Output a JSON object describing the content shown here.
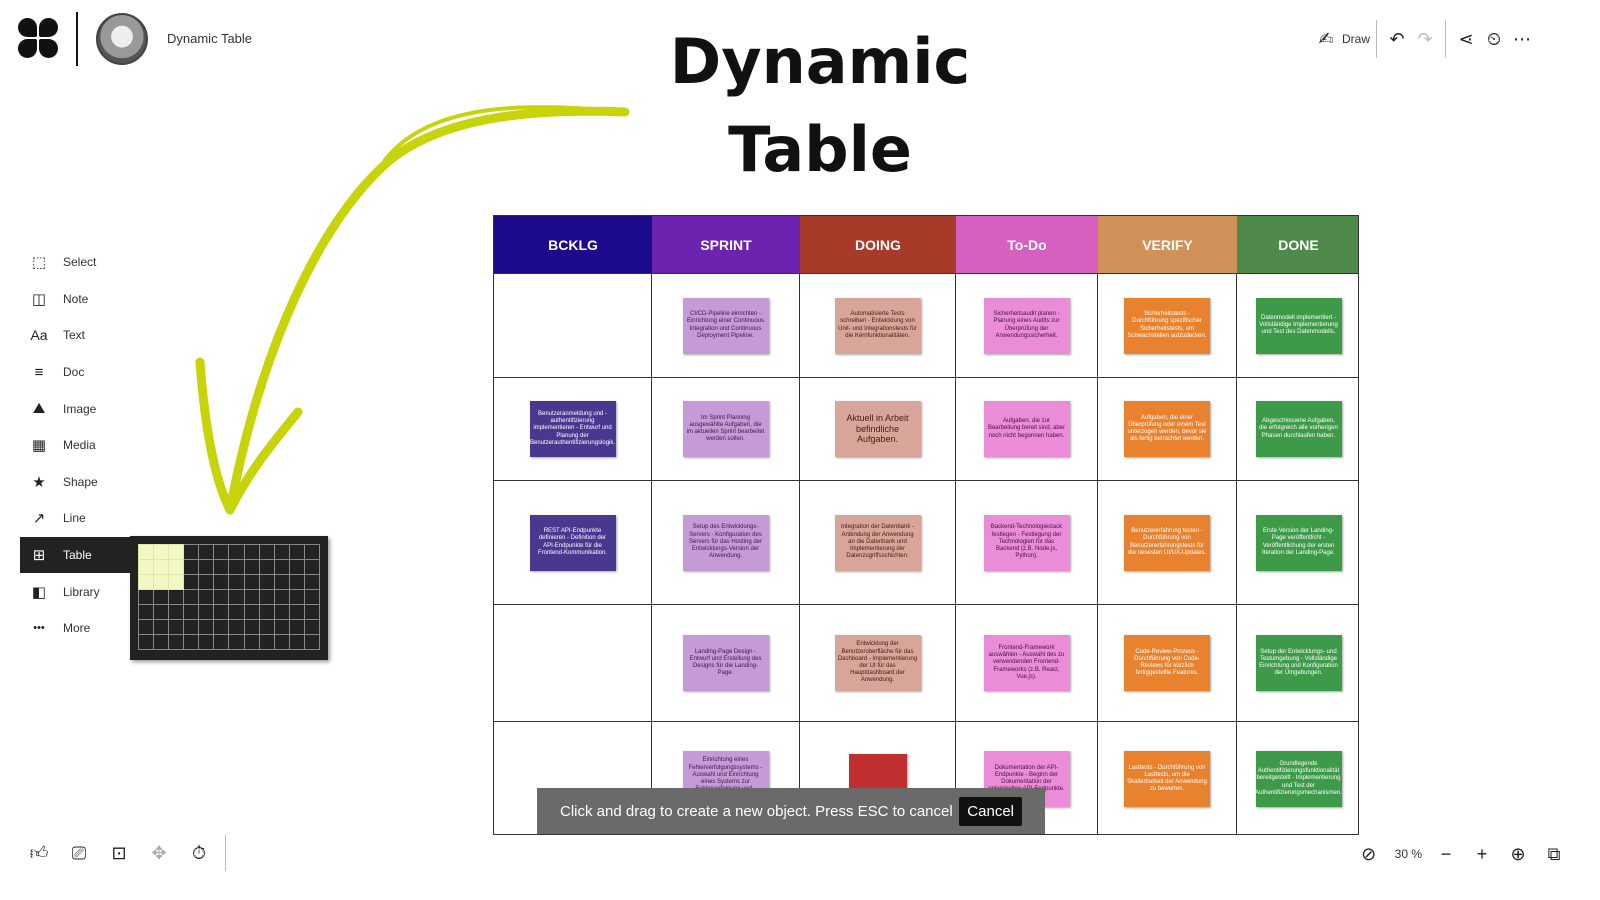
{
  "app": {
    "board_name": "Dynamic Table",
    "title_lines": [
      "Dynamic",
      "Table"
    ]
  },
  "toolbar_right": {
    "draw_label": "Draw",
    "icons": [
      "draw-hand-icon",
      "undo-icon",
      "redo-icon",
      "share-icon",
      "timer-user-icon",
      "more-icon"
    ]
  },
  "left_tools": [
    {
      "key": "select",
      "label": "Select",
      "icon": "select-icon",
      "glyph": "⬚"
    },
    {
      "key": "note",
      "label": "Note",
      "icon": "note-icon",
      "glyph": "◫"
    },
    {
      "key": "text",
      "label": "Text",
      "icon": "text-icon",
      "glyph": "Aa"
    },
    {
      "key": "doc",
      "label": "Doc",
      "icon": "doc-icon",
      "glyph": "≡"
    },
    {
      "key": "image",
      "label": "Image",
      "icon": "image-icon",
      "glyph": "⛰"
    },
    {
      "key": "media",
      "label": "Media",
      "icon": "media-icon",
      "glyph": "▦"
    },
    {
      "key": "shape",
      "label": "Shape",
      "icon": "star-shape-icon",
      "glyph": "★"
    },
    {
      "key": "line",
      "label": "Line",
      "icon": "line-icon",
      "glyph": "↗"
    },
    {
      "key": "table",
      "label": "Table",
      "icon": "table-icon",
      "glyph": "⊞",
      "active": true
    },
    {
      "key": "library",
      "label": "Library",
      "icon": "library-icon",
      "glyph": "◧"
    },
    {
      "key": "more",
      "label": "More",
      "icon": "more-dots-icon",
      "glyph": "•••"
    }
  ],
  "grid_picker": {
    "cols": 12,
    "rows": 7,
    "selected_cols": 3,
    "selected_rows": 3,
    "highlight_color": "#f2f7c4"
  },
  "kanban": {
    "columns": [
      {
        "label": "BCKLG",
        "color": "#1b0a8c"
      },
      {
        "label": "SPRINT",
        "color": "#6c24b0"
      },
      {
        "label": "DOING",
        "color": "#a83a2a"
      },
      {
        "label": "To-Do",
        "color": "#d660c0"
      },
      {
        "label": "VERIFY",
        "color": "#cf9158"
      },
      {
        "label": "DONE",
        "color": "#4f8a4a"
      }
    ],
    "note_colors": {
      "BCKLG": {
        "bg": "#4a3890",
        "fg": "#ffffff"
      },
      "SPRINT": {
        "bg": "#c59ad6",
        "fg": "#3a1a4a"
      },
      "DOING": {
        "bg": "#d8a59a",
        "fg": "#4a1a10"
      },
      "To-Do": {
        "bg": "#ea8cd8",
        "fg": "#4a1040"
      },
      "VERIFY": {
        "bg": "#e8822e",
        "fg": "#ffffff"
      },
      "DONE": {
        "bg": "#3d9a48",
        "fg": "#ffffff"
      }
    },
    "rows": [
      [
        "",
        "CI/CD-Pipeline einrichten - Einrichtung einer Continuous Integration und Continuous Deployment Pipeline.",
        "Automatisierte Tests schreiben - Entwicklung von Unit- und Integrationstests für die Kernfunktionalitäten.",
        "Sicherheitsaudit planen - Planung eines Audits zur Überprüfung der Anwendungssicherheit.",
        "Sicherheitstests - Durchführung spezifischer Sicherheitstests, um Schwachstellen aufzudecken.",
        "Datenmodell implementiert - Vollständige Implementierung und Test des Datenmodells."
      ],
      [
        "Benutzeranmeldung und -authentifizierung implementieren - Entwurf und Planung der Benutzerauthentifizierungslogik.",
        "Im Sprint Planning ausgewählte Aufgaben, die im aktuellen Sprint bearbeitet werden sollen.",
        "Aktuell in Arbeit befindliche Aufgaben.",
        "Aufgaben, die zur Bearbeitung bereit sind, aber noch nicht begonnen haben.",
        "Aufgaben, die einer Überprüfung oder einem Test unterzogen werden, bevor sie als fertig betrachtet werden.",
        "Abgeschlossene Aufgaben, die erfolgreich alle vorherigen Phasen durchlaufen haben."
      ],
      [
        "REST API-Endpunkte definieren - Definition der API-Endpunkte für die Frontend-Kommunikation.",
        "Setup des Entwicklungs-Servers - Konfiguration des Servers für das Hosting der Entwicklungs-Version der Anwendung.",
        "Integration der Datenbank - Anbindung der Anwendung an die Datenbank und Implementierung der Datenzugriffsschichten.",
        "Backend-Technologiestack festlegen - Festlegung der Technologien für das Backend (z.B. Node.js, Python).",
        "Benutzererfahrung testen - Durchführung von Benutzererfahrungstests für die neuesten UI/UX-Updates.",
        "Erste Version der Landing-Page veröffentlicht - Veröffentlichung der ersten Iteration der Landing-Page."
      ],
      [
        "",
        "Landing-Page Design - Entwurf und Erstellung des Designs für die Landing-Page.",
        "Entwicklung der Benutzeroberfläche für das Dashboard - Implementierung der UI für das Hauptdashboard der Anwendung.",
        "Frontend-Framework auswählen - Auswahl des zu verwendenden Frontend-Frameworks (z.B. React, Vue.js).",
        "Code-Review-Prozess - Durchführung von Code-Reviews für kürzlich fertiggestellte Features.",
        "Setup der Entwicklungs- und Testumgebung - Vollständige Einrichtung und Konfiguration der Umgebungen."
      ],
      [
        "",
        "Einrichtung eines Fehlerverfolgungssystems - Auswahl und Einrichtung eines Systems zur Fehlerverfolgung und -verwaltung.",
        "",
        "Dokumentation der API-Endpunkte - Beginn der Dokumentation der entwickelten API-Endpunkte.",
        "Lasttests - Durchführung von Lasttests, um die Skalierbarkeit der Anwendung zu bewerten.",
        "Grundlegende Authentifizierungsfunktionalität bereitgestellt - Implementierung und Test der Authentifizierungsmechanismen."
      ]
    ]
  },
  "toast": {
    "message": "Click and drag to create a new object. Press ESC to cancel",
    "cancel_label": "Cancel"
  },
  "bottom_left_icons": [
    "thumbs-up-icon",
    "presentation-icon",
    "focus-icon",
    "move-icon",
    "timer-icon"
  ],
  "bottom_right": {
    "zoom_label": "30 %",
    "icons": [
      "compass-icon",
      "zoom-out-icon",
      "zoom-in-icon",
      "fit-screen-icon",
      "minimap-icon"
    ]
  },
  "colors": {
    "arrow": "#c8d40a",
    "accent_red": "#c03030"
  }
}
